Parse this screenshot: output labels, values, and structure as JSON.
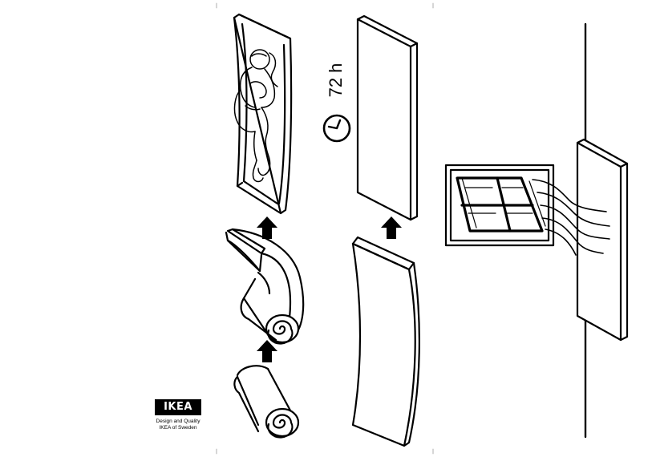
{
  "logo": {
    "wordmark": "IKEA",
    "tagline_line1": "Design and Quality",
    "tagline_line2": "IKEA of Sweden"
  },
  "timer": {
    "duration_label": "72 h",
    "icon": "clock-icon"
  },
  "steps": [
    {
      "name": "unroll-mattress",
      "icon": "rolled-mattress-icon"
    },
    {
      "name": "wait-72-hours",
      "icon": "flat-mattress-icon"
    },
    {
      "name": "ventilate-room",
      "icon": "open-window-icon"
    }
  ]
}
